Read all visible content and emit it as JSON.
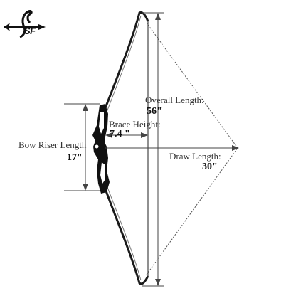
{
  "brand": {
    "logo_text": "SF"
  },
  "labels": {
    "overall_length": "Overall Length:",
    "overall_length_value": "56\"",
    "brace_height": "Brace Height:",
    "brace_height_value": "7.4 \"",
    "bow_riser_length": "Bow Riser Length",
    "bow_riser_length_value": "17\"",
    "draw_length": "Draw Length:",
    "draw_length_value": "30\""
  },
  "colors": {
    "limb": "#1a1a1a",
    "riser": "#111111",
    "dimension_line": "#444444",
    "dotted_line": "#555555"
  }
}
